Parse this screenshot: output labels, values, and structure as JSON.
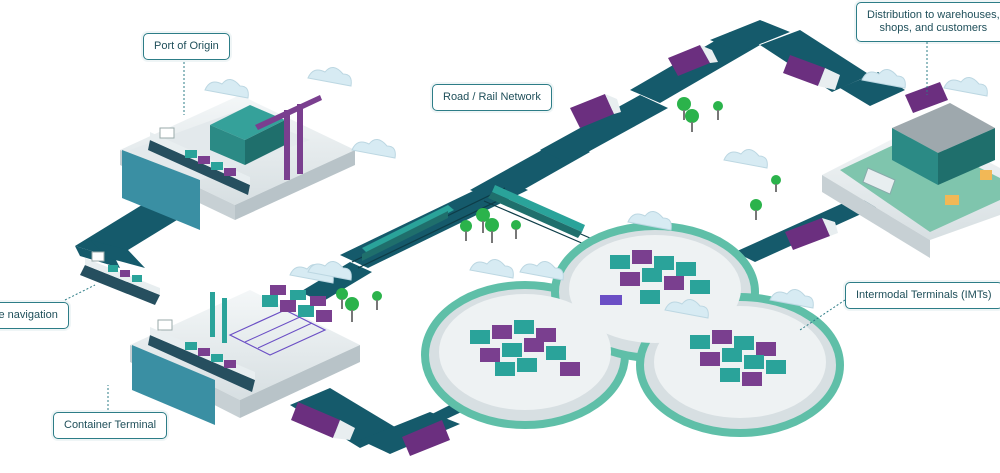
{
  "labels": {
    "port_of_origin": "Port of Origin",
    "road_rail_network": "Road / Rail Network",
    "distribution_line1": "Distribution to warehouses,",
    "distribution_line2": "shops, and customers",
    "marine_navigation": "Marine navigation",
    "container_terminal": "Container Terminal",
    "intermodal_terminals": "Intermodal Terminals (IMTs)"
  },
  "colors": {
    "road": "#155a6b",
    "water": "#3a8fa3",
    "container_teal": "#2aa39a",
    "container_purple": "#7a3f8f",
    "truck_purple": "#6b2f7f",
    "ground": "#e9eef0",
    "grass": "#7fc5ad",
    "cloud": "#d7ebf3",
    "tree": "#2bb34b",
    "label_border": "#2d7d87"
  }
}
